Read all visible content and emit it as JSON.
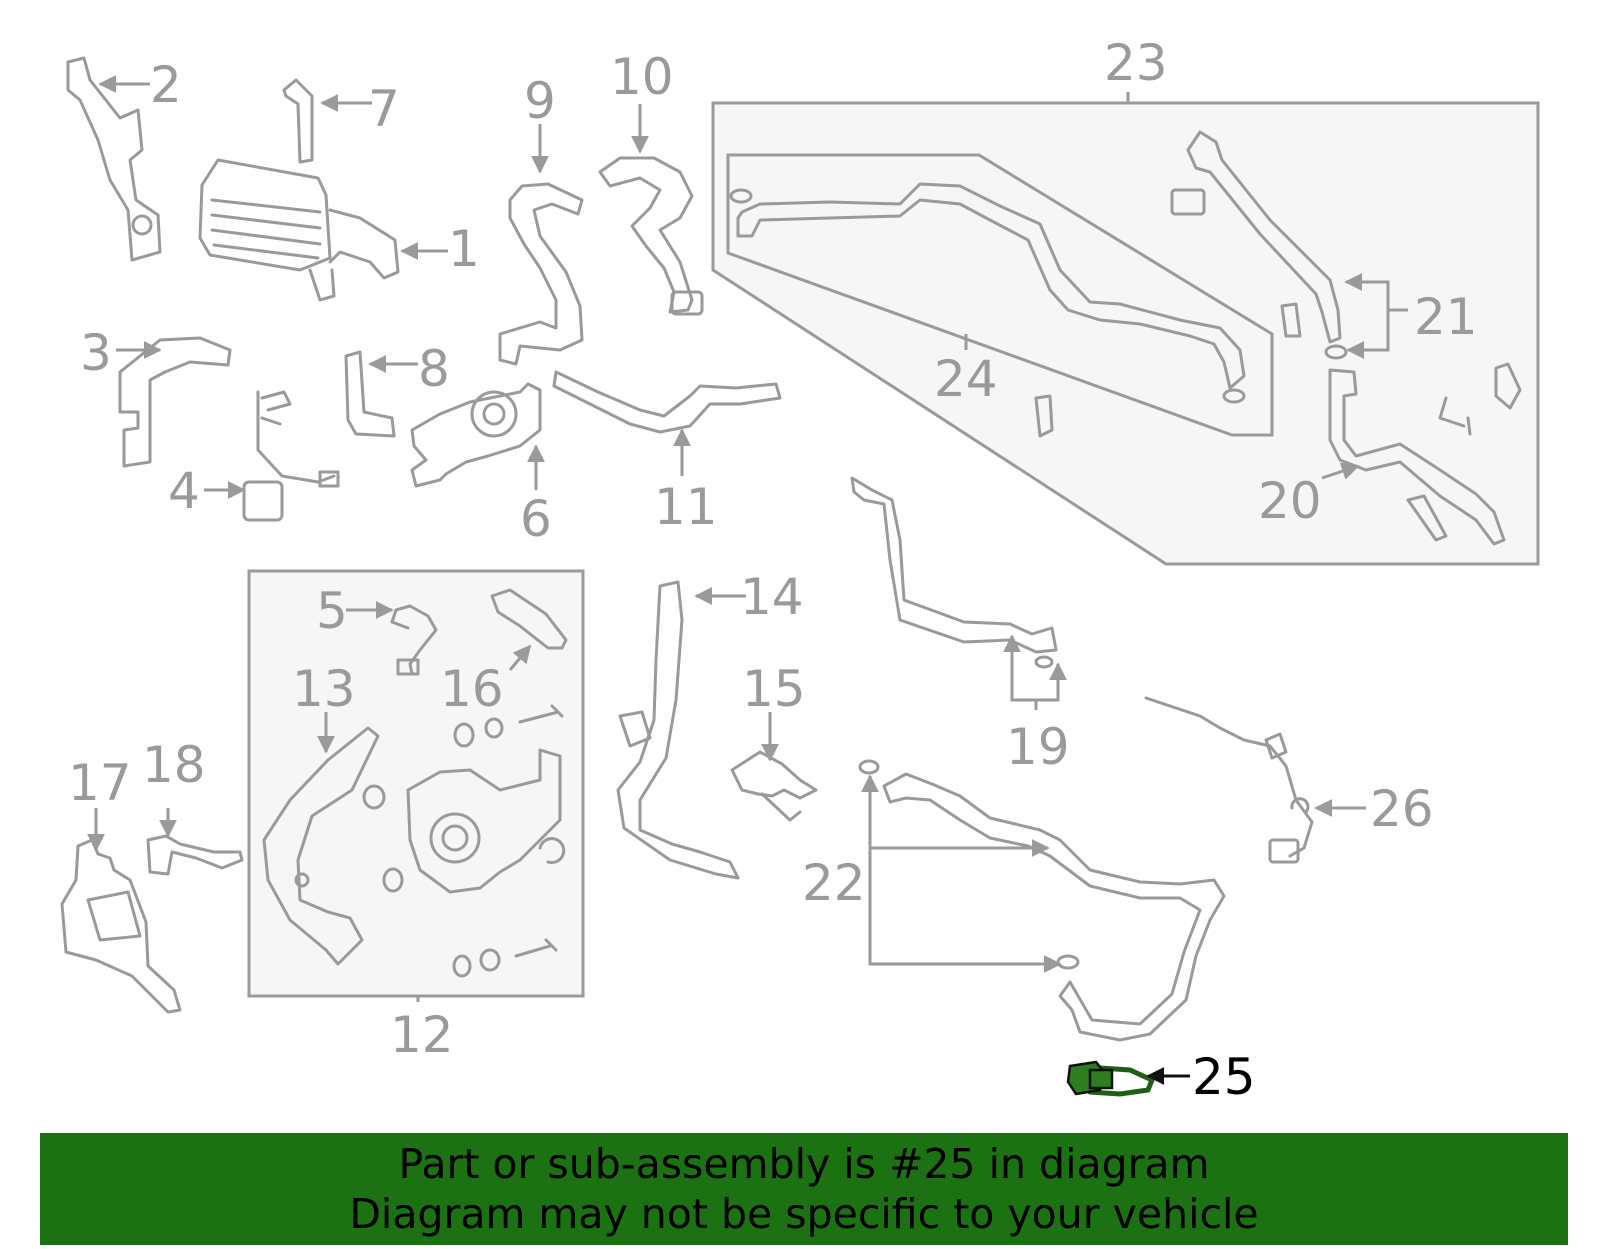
{
  "diagram": {
    "callouts": [
      "1",
      "2",
      "3",
      "4",
      "5",
      "6",
      "7",
      "8",
      "9",
      "10",
      "11",
      "12",
      "13",
      "14",
      "15",
      "16",
      "17",
      "18",
      "19",
      "20",
      "21",
      "22",
      "23",
      "24",
      "25",
      "26"
    ],
    "highlighted": "25"
  },
  "banner": {
    "line1": "Part or sub-assembly is #25 in diagram",
    "line2": "Diagram may not be specific to your vehicle"
  },
  "colors": {
    "part_stroke": "#9a9a9a",
    "highlight": "#2e7d1f",
    "banner_bg": "#1c7212"
  }
}
